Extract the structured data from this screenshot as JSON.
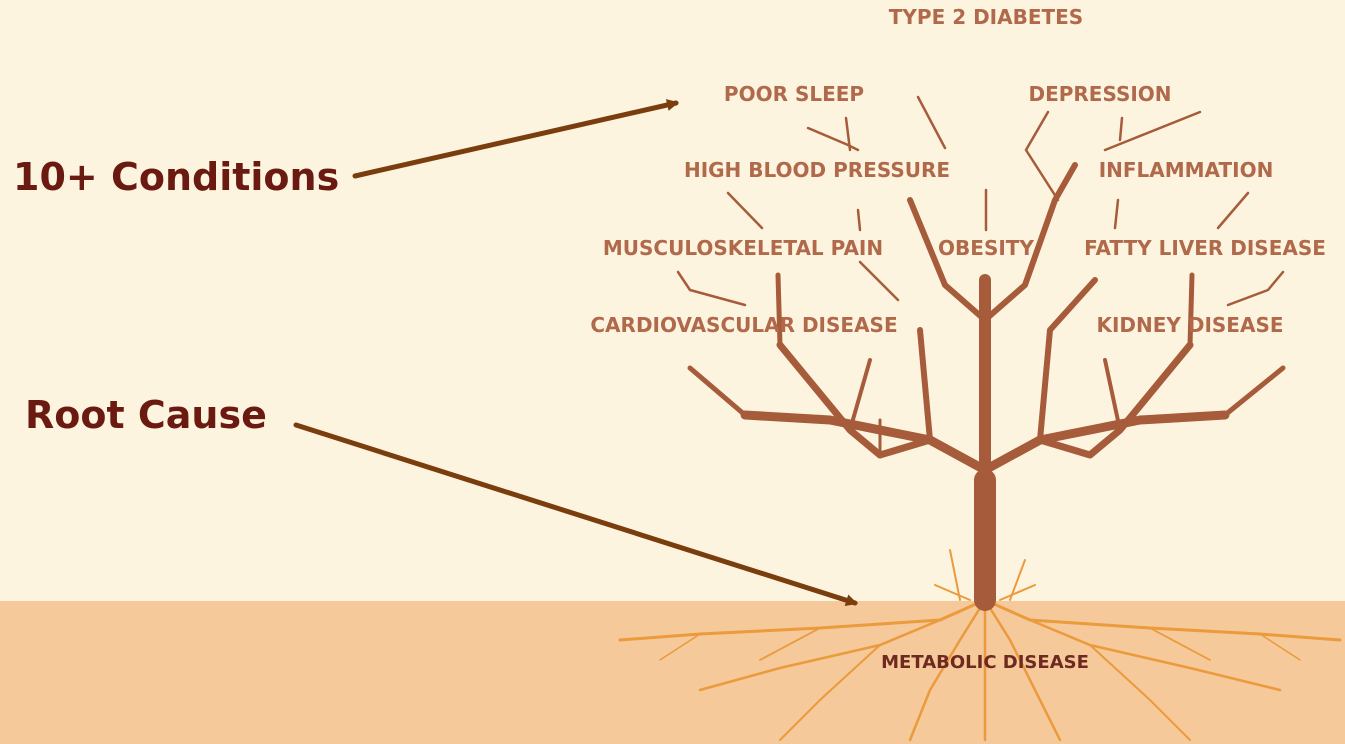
{
  "callouts": {
    "conditions": "10+ Conditions",
    "root_cause": "Root Cause"
  },
  "root_label": "METABOLIC DISEASE",
  "conditions": {
    "type2_diabetes": "TYPE 2 DIABETES",
    "poor_sleep": "POOR SLEEP",
    "depression": "DEPRESSION",
    "high_blood_pressure": "HIGH BLOOD PRESSURE",
    "inflammation": "INFLAMMATION",
    "musculoskeletal_pain": "MUSCULOSKELETAL PAIN",
    "obesity": "OBESITY",
    "fatty_liver_disease": "FATTY LIVER DISEASE",
    "cardiovascular_disease": "CARDIOVASCULAR DISEASE",
    "kidney_disease": "KIDNEY DISEASE"
  },
  "colors": {
    "sky": "#fdf4df",
    "ground": "#f5c99a",
    "trunk": "#a65c3b",
    "roots": "#eb9a3c",
    "condition_text": "#b0694a",
    "root_text": "#6e2a20",
    "callout_text": "#6a1a10",
    "arrow": "#7a3e0e"
  }
}
